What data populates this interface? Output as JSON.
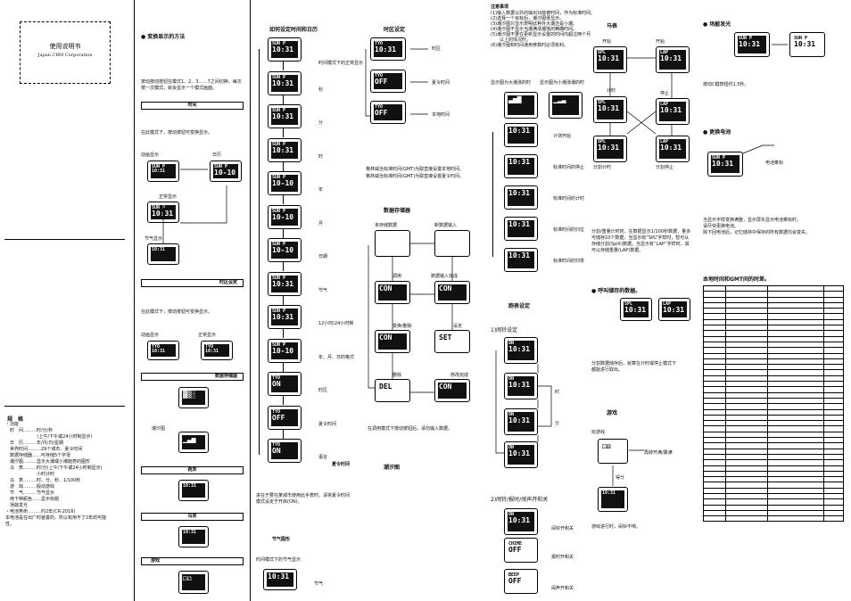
{
  "cover": {
    "title": "使用说明书",
    "company": "Japan CBM Corporation"
  },
  "col1": {
    "switch_heading": "变换显示的方法",
    "switch_text": [
      "按动按动按钮在模式1、2、3……7之间切换。每次",
      "按一次模式，就会显示一个模式画面。"
    ],
    "time_bar": "时间",
    "time_text": "在此模式下，按动按钮可变换显示。",
    "anim_label": "动画显示",
    "calendar_label": "日历",
    "normal_label": "正常显示",
    "solar_label": "节气显示",
    "tz_bar": "时区设定",
    "tz_text": "在此模式下，按动按钮可变换显示。",
    "tz_anim": "动画显示",
    "tz_normal": "正常显示",
    "data_bar": "数据存储器",
    "tide_label": "潮汐图",
    "stop_bar": "跑表",
    "timer_bar": "马表",
    "game_bar": "游戏",
    "spec_title": "规　格",
    "spec_lines": [
      "・功能",
      "　时　间………时/分/秒",
      "　　　　　　　（上午/下午或24小时制显示）",
      "　日　历………年/月/日/星期",
      "　世界时间………29个城市、夏令时间",
      "　数据存储器……可存储5个字母",
      "　潮汐图………显示大潮或小潮趋势的图形",
      "　马　表………时/分(上午/下午或24小时制显示)",
      "　　　　　　　小时计时",
      "　马　表………时、分、秒、1/100秒",
      "　游　戏………骰动游戏",
      "　节　气………节气显示",
      "　用下种颜色……显示标题",
      "　场敲发光",
      "・电池寿命………约2年(CR-2016)",
      "本电池是在出厂时装置的，所以有用不了2年的可能",
      "性。"
    ]
  },
  "col2": {
    "heading": "如何设定时间和日历",
    "labels": [
      "时间模式下的正常显示",
      "秒",
      "分",
      "时",
      "年",
      "月",
      "日期",
      "节气",
      "12小时/24小时制",
      "年、月、日的格式",
      "时区",
      "夏令时间",
      "语言"
    ],
    "dst_title": "夏令时间",
    "dst_text": [
      "进在于要在某城市使用此手表时，请将夏令时间",
      "模式设定于开启(ON)。"
    ],
    "solar_title": "节气图形",
    "solar_text": "时间模式下的节气显示",
    "solar_label": "节气"
  },
  "col3": {
    "tz_heading": "时区设定",
    "tz_labels": [
      "时区",
      "夏令时间",
      "本地时间"
    ],
    "tz_notes": [
      "格林威治标准时间(GMT)为取直接设置本地时间。",
      "格林威治标准时间(GMT)为取直接设置夏令时间。"
    ],
    "mem_heading": "数据存储器",
    "mem_labels": [
      "未存储数据",
      "新数据输入",
      "调用",
      "数据输入完成",
      "变换/删除",
      "设定",
      "删除",
      "修改完成"
    ],
    "mem_note": "在调用模式下按动按钮后，请勿输入数据。",
    "tide_heading": "潮汐图"
  },
  "col4": {
    "notes_title": "注意事项",
    "notes": [
      "(1)输入数据以外的输出功能被时间，作为标准时间。",
      "(2)选择一个目标后，潮汐图便显示。",
      "(3)潮汐图只显示表明此种外大潮还是小潮。",
      "(4)潮汐图不显示当潮满涨潮落的精确时间。",
      "(5)潮汐图不要在更新显示设置的时间内超过两个月",
      "　　以上的情况时。",
      "(6)潮汐图和时间通用参数时必须有利。"
    ],
    "tide_a": "显示图为大潮涨的时",
    "tide_b": "显示图为小潮涨潮的时",
    "stop_labels": [
      "计测开始",
      "标准时间的停止",
      "标准时间的计时",
      "标准时间的归位",
      "标准时间的归零"
    ],
    "stop_heading": "跑表设定",
    "stop_sub1": "1)闹铃设定",
    "stop_sub1_labels": [
      "时",
      "分"
    ],
    "stop_sub2": "2)闹铃/报时/闹声开和关",
    "stop_sub2_labels": [
      "闹铃开和关",
      "报时开和关",
      "闹声开和关"
    ]
  },
  "col5": {
    "timer_heading": "马表",
    "timer_labels": [
      "开始",
      "开始",
      "计时",
      "停止",
      "分割计时",
      "分割停止"
    ],
    "timer_text": [
      "分割/重量计时时，在数据显示1/100秒数据，量多",
      "可储存10个数据。当显示有“SPL”字样时，暂可从",
      "存储分割(Split)数据。当显示有“LAP”字样时，其",
      "可以存储重量(LAP)数据。"
    ],
    "recall_heading": "呼叫储存的数据。",
    "recall_text": [
      "分割数据储存后，就算在计时或停止模式下",
      "都能进行取出。"
    ],
    "game_heading": "游戏",
    "game_labels": [
      "玩游戏",
      "得分",
      "再转开满/骤满"
    ],
    "game_note": "游戏进行时，闹铃不响。"
  },
  "col6": {
    "light_heading": "场敲发光",
    "light_text": "按动C键按钮约1.5秒。",
    "battery_heading": "更换电池",
    "battery_label": "电池乘标",
    "battery_text": [
      "当显示字样变换满整，显示屏失显示电池乘标时，",
      "请尽快更换电池。",
      "除下回电池后，记忆储存中保存的所有数据均会变失。"
    ],
    "table_title": "本地时间和GMT间的时差。"
  },
  "screens": {
    "sun": "SUN P",
    "time": "10:31",
    "date": "10-10",
    "tyo": "TYO",
    "on": "ON",
    "off": "OFF",
    "con": "CON",
    "set": "SET",
    "del": "DEL",
    "spl": "SPL",
    "lap": "LAP",
    "chime": "CHIME",
    "beep": "BEEP"
  }
}
